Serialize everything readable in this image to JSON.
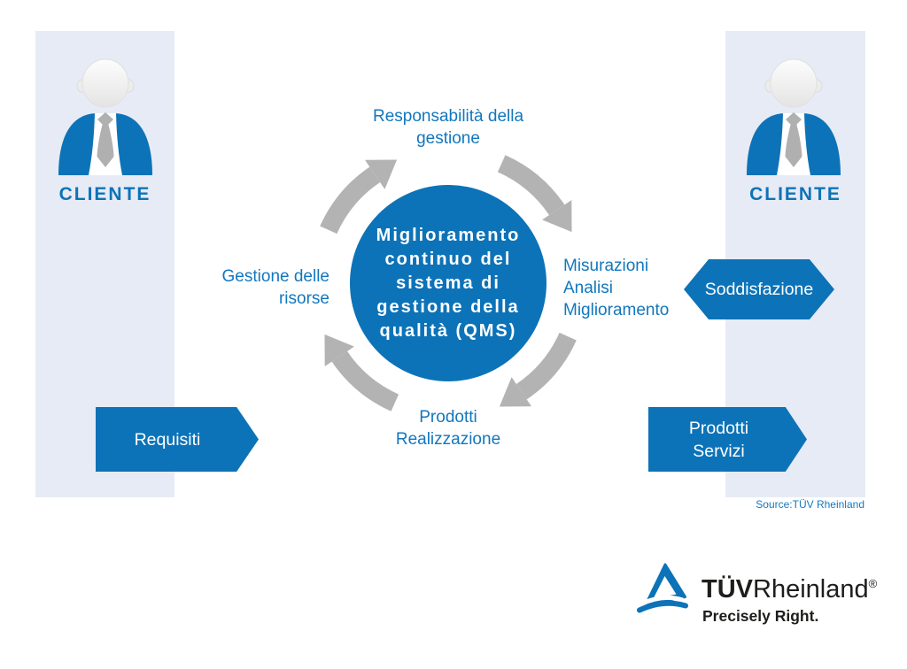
{
  "colors": {
    "brand_blue": "#0d73b8",
    "band_background": "#e7ebf5",
    "cycle_arrow_gray": "#b3b3b3",
    "label_text_blue": "#1277bd",
    "logo_text_black": "#1d1d1b"
  },
  "left_panel": {
    "label": "CLIENTE"
  },
  "right_panel": {
    "label": "CLIENTE"
  },
  "cycle": {
    "center": {
      "lines": [
        "Miglioramento",
        "continuo del",
        "sistema di",
        "gestione della",
        "qualità (QMS)"
      ]
    },
    "top_label": {
      "lines": [
        "Responsabilità della",
        "gestione"
      ]
    },
    "right_label": {
      "lines": [
        "Misurazioni",
        "Analisi",
        "Miglioramento"
      ]
    },
    "bottom_label": {
      "lines": [
        "Prodotti",
        "Realizzazione"
      ]
    },
    "left_label": {
      "lines": [
        "Gestione delle",
        "risorse"
      ]
    }
  },
  "flow_arrows": {
    "requisiti": {
      "label": "Requisiti"
    },
    "soddisfazione": {
      "label": "Soddisfazione"
    },
    "prodotti_servizi": {
      "lines": [
        "Prodotti",
        "Servizi"
      ]
    }
  },
  "source_note": "Source:TÜV Rheinland",
  "logo": {
    "tuv": "TÜV",
    "rheinland": "Rheinland",
    "registered": "®",
    "tagline": "Precisely Right."
  }
}
